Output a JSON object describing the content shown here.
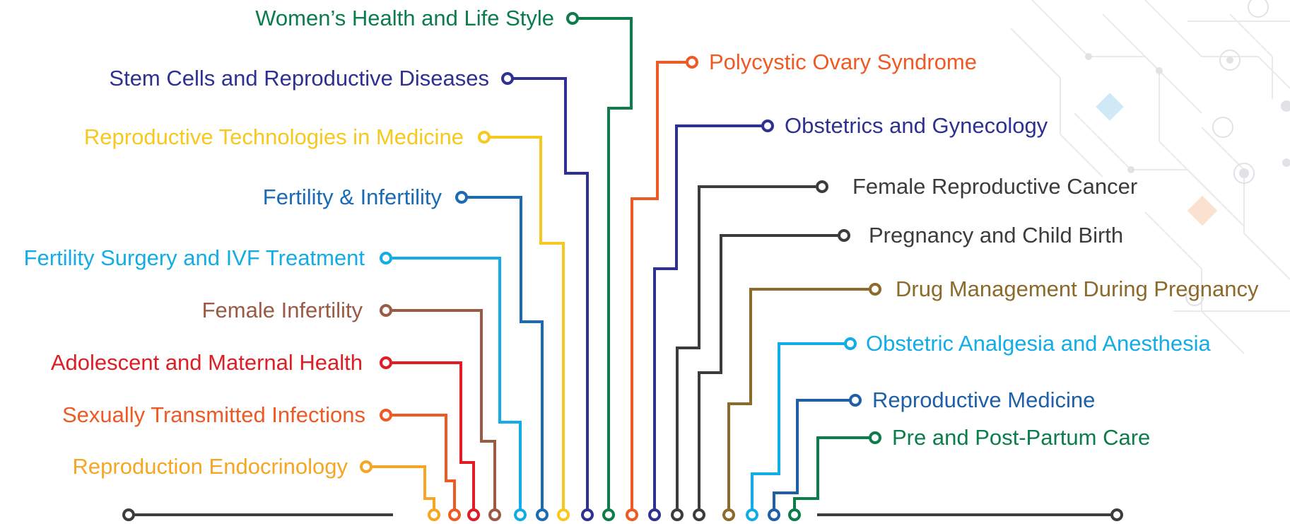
{
  "topics_left": [
    {
      "label": "Women’s Health and Life Style",
      "color": "#0b7d4b"
    },
    {
      "label": "Stem Cells and Reproductive Diseases",
      "color": "#2e3192"
    },
    {
      "label": "Reproductive Technologies in Medicine",
      "color": "#f7c81e"
    },
    {
      "label": "Fertility & Infertility",
      "color": "#1a6bb5"
    },
    {
      "label": "Fertility Surgery and IVF Treatment",
      "color": "#12ade6"
    },
    {
      "label": "Female Infertility",
      "color": "#9b5a45"
    },
    {
      "label": "Adolescent and Maternal Health",
      "color": "#e01c24"
    },
    {
      "label": "Sexually Transmitted Infections",
      "color": "#ef5a24"
    },
    {
      "label": "Reproduction Endocrinology",
      "color": "#f5a623"
    }
  ],
  "topics_right": [
    {
      "label": "Polycystic Ovary Syndrome",
      "color": "#ef5a24"
    },
    {
      "label": "Obstetrics and Gynecology",
      "color": "#2e3192"
    },
    {
      "label": "Female Reproductive Cancer",
      "color": "#3c3c3c"
    },
    {
      "label": "Pregnancy and Child Birth",
      "color": "#3c3c3c"
    },
    {
      "label": "Drug Management During Pregnancy",
      "color": "#8b6a2a"
    },
    {
      "label": "Obstetric Analgesia and Anesthesia",
      "color": "#12ade6"
    },
    {
      "label": "Reproductive Medicine",
      "color": "#1f5fa8"
    },
    {
      "label": "Pre and Post-Partum Care",
      "color": "#0b7d4b"
    }
  ],
  "baseline_color": "#3c3c3c"
}
